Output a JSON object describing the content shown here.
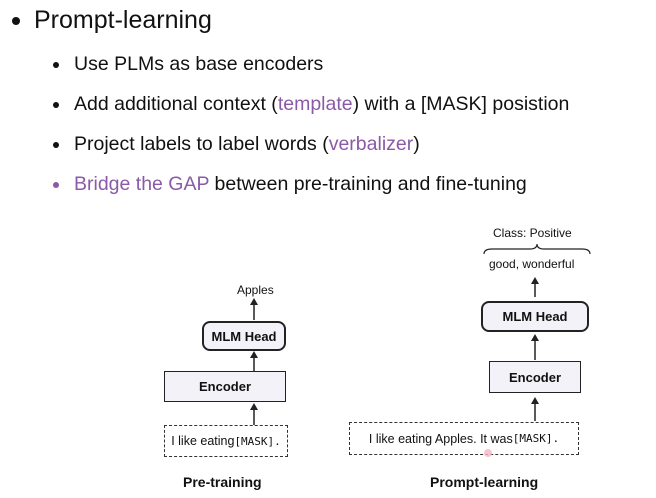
{
  "heading": "Prompt-learning",
  "bullets": {
    "b1": "Use PLMs as base encoders",
    "b2_pre": "Add additional context (",
    "b2_accent": "template",
    "b2_post": ") with a [MASK] posistion",
    "b3_pre": "Project labels to label words (",
    "b3_accent": "verbalizer",
    "b3_post": ")",
    "b4_accent": "Bridge the GAP",
    "b4_post": " between pre-training and fine-tuning"
  },
  "pretraining": {
    "output": "Apples",
    "head": "MLM Head",
    "encoder": "Encoder",
    "input_text": "I like eating ",
    "input_mask": "[MASK].",
    "caption": "Pre-training"
  },
  "prompt_learning": {
    "class_label": "Class: Positive",
    "label_words": "good, wonderful",
    "head": "MLM Head",
    "encoder": "Encoder",
    "input_text": "I like eating Apples. It was ",
    "input_mask": "[MASK].",
    "caption": "Prompt-learning"
  },
  "colors": {
    "accent": "#8a5aa8",
    "box_fill": "#f3f2f9"
  }
}
